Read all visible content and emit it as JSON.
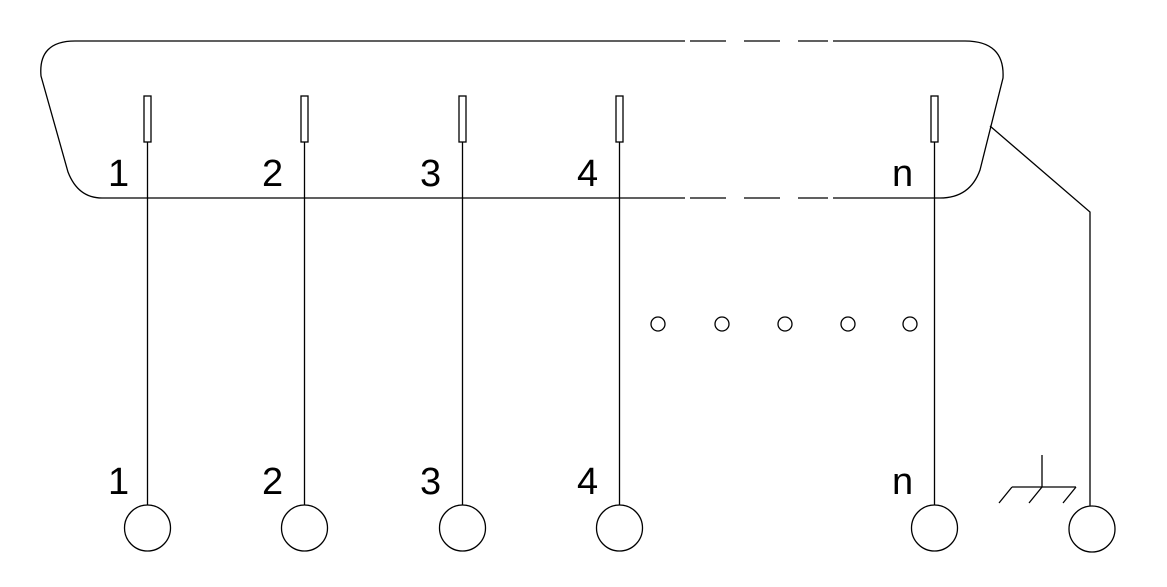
{
  "connector_pin_labels": [
    "1",
    "2",
    "3",
    "4",
    "n"
  ],
  "terminal_labels": [
    "1",
    "2",
    "3",
    "4",
    "n"
  ],
  "colors": {
    "line": "#000000",
    "background": "#ffffff"
  },
  "icons": [
    "ground-symbol-icon",
    "ellipsis-dots-icon"
  ]
}
